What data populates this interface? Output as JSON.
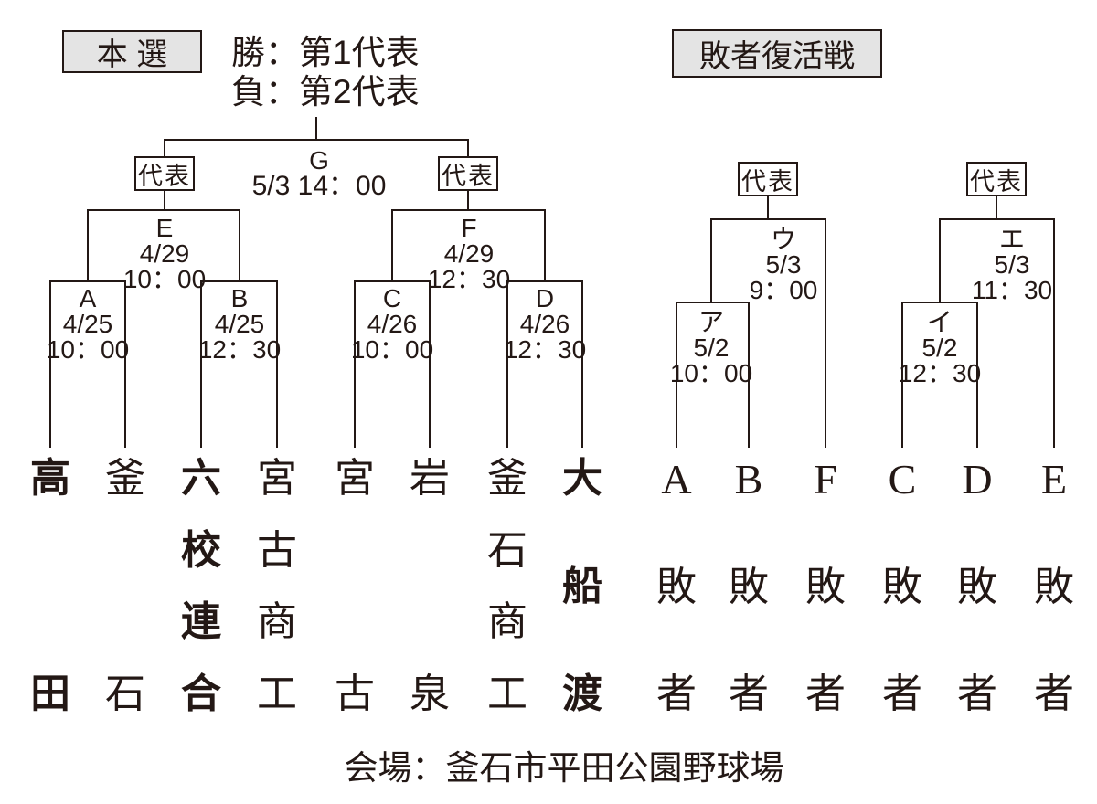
{
  "title_boxes": {
    "main": "本 選",
    "consolation": "敗者復活戦"
  },
  "legend": {
    "win": "勝：第1代表",
    "lose": "負：第2代表"
  },
  "rep_label": "代表",
  "matches": {
    "G": {
      "id": "G",
      "schedule": "5/3 14：00"
    },
    "E": {
      "id": "E",
      "date": "4/29",
      "time": "10：00"
    },
    "F": {
      "id": "F",
      "date": "4/29",
      "time": "12：30"
    },
    "A": {
      "id": "A",
      "date": "4/25",
      "time": "10：00"
    },
    "B": {
      "id": "B",
      "date": "4/25",
      "time": "12：30"
    },
    "C": {
      "id": "C",
      "date": "4/26",
      "time": "10：00"
    },
    "D": {
      "id": "D",
      "date": "4/26",
      "time": "12：30"
    },
    "WA": {
      "id": "ア",
      "date": "5/2",
      "time": "10：00"
    },
    "WI": {
      "id": "イ",
      "date": "5/2",
      "time": "12：30"
    },
    "WU": {
      "id": "ウ",
      "date": "5/3",
      "time": "9：00"
    },
    "WE": {
      "id": "エ",
      "date": "5/3",
      "time": "11：30"
    }
  },
  "teams": [
    {
      "name": "高田",
      "chars": [
        "高",
        "田"
      ],
      "bold": true
    },
    {
      "name": "釜石",
      "chars": [
        "釜",
        "石"
      ],
      "bold": false
    },
    {
      "name": "六校連合",
      "chars": [
        "六",
        "校",
        "連",
        "合"
      ],
      "bold": true
    },
    {
      "name": "宮古商工",
      "chars": [
        "宮",
        "古",
        "商",
        "工"
      ],
      "bold": false
    },
    {
      "name": "宮古",
      "chars": [
        "宮",
        "古"
      ],
      "bold": false
    },
    {
      "name": "岩泉",
      "chars": [
        "岩",
        "泉"
      ],
      "bold": false
    },
    {
      "name": "釜石商工",
      "chars": [
        "釜",
        "石",
        "商",
        "工"
      ],
      "bold": false
    },
    {
      "name": "大船渡",
      "chars": [
        "大",
        "船",
        "渡"
      ],
      "bold": true
    }
  ],
  "losers": [
    {
      "label": "A敗者",
      "chars": [
        "A",
        "敗",
        "者"
      ]
    },
    {
      "label": "B敗者",
      "chars": [
        "B",
        "敗",
        "者"
      ]
    },
    {
      "label": "F敗者",
      "chars": [
        "F",
        "敗",
        "者"
      ]
    },
    {
      "label": "C敗者",
      "chars": [
        "C",
        "敗",
        "者"
      ]
    },
    {
      "label": "D敗者",
      "chars": [
        "D",
        "敗",
        "者"
      ]
    },
    {
      "label": "E敗者",
      "chars": [
        "E",
        "敗",
        "者"
      ]
    }
  ],
  "footer": {
    "venue": "会場：釜石市平田公園野球場"
  }
}
